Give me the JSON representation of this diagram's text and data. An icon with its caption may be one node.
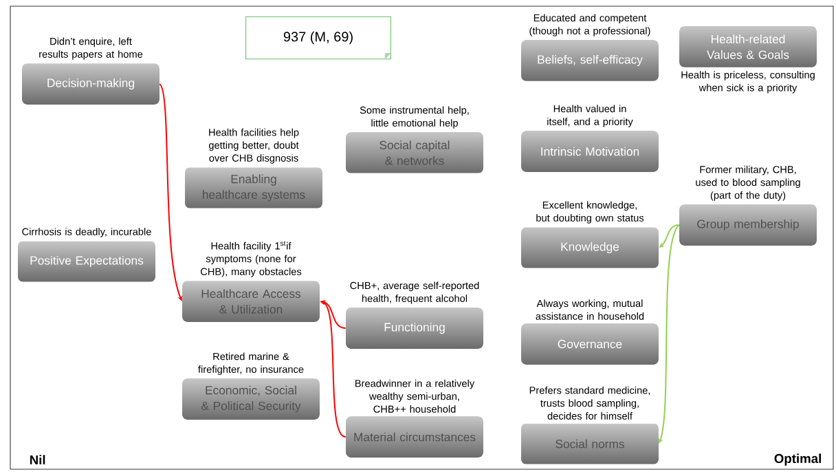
{
  "diagram": {
    "nodes": [
      {
        "text": [
          "937 (M, 69)"
        ]
      },
      {
        "text": [
          "Decision-making"
        ],
        "beside": [
          "Didn’t enquire, left results papers at home"
        ]
      },
      {
        "text": [
          "Positive Expectations"
        ],
        "beside": [
          "Cirrhosis is deadly, incurable"
        ]
      },
      {
        "text": [
          "Enabling healthcare systems"
        ],
        "beside": [
          "Health facilities help getting better, doubt over CHB disgnosis"
        ]
      },
      {
        "text": [
          "Healthcare Access & Utilization"
        ],
        "beside": [
          "Health facility 1$^{st}$if symptoms (none for CHB), many obstacles"
        ]
      },
      {
        "text": [
          "Economic, Social & Political Security"
        ],
        "beside": [
          "Retired marine & firefighter, no insurance"
        ]
      },
      {
        "text": [
          "Social capital & networks"
        ],
        "beside": [
          "Some instrumental help, little emotional help"
        ]
      },
      {
        "text": [
          "Functioning"
        ],
        "beside": [
          "CHB+, average self-reported health, frequent alcohol"
        ]
      },
      {
        "text": [
          "Material circumstances"
        ],
        "beside": [
          "Breadwinner in a relatively wealthy semi-urban, CHB++ household"
        ]
      },
      {
        "text": [
          "Beliefs, self-efficacy"
        ],
        "beside": [
          "Educated and competent (though not a professional)"
        ]
      },
      {
        "text": [
          "Intrinsic Motivation"
        ],
        "beside": [
          "Health valued in itself, and a priority"
        ]
      },
      {
        "text": [
          "Knowledge"
        ],
        "beside": [
          "Excellent knowledge, but doubting own status"
        ]
      },
      {
        "text": [
          "Governance"
        ],
        "beside": [
          "Always working, mutual assistance in household"
        ]
      },
      {
        "text": [
          "Social norms"
        ],
        "beside": [
          "Prefers standard medicine, trusts blood sampling, decides for himself"
        ]
      },
      {
        "text": [
          "Health-related Values & Goals"
        ],
        "beside": [
          "Health is priceless, consulting when sick is a priority"
        ]
      },
      {
        "text": [
          "Group membership"
        ],
        "beside": [
          "Former military, CHB, used to blood sampling (part of the duty)"
        ]
      }
    ],
    "edges": [
      {
        "from": 1,
        "to": 4,
        "arrow": "to"
      },
      {
        "from": 7,
        "to": 4,
        "arrow": "to"
      },
      {
        "from": 8,
        "to": 4,
        "arrow": "to"
      },
      {
        "from": 15,
        "to": 11,
        "arrow": "to",
        "color": "#92d050"
      },
      {
        "from": 15,
        "to": 13,
        "arrow": "to",
        "color": "#92d050"
      }
    ],
    "labels": [
      "Nil",
      "Optimal"
    ]
  }
}
